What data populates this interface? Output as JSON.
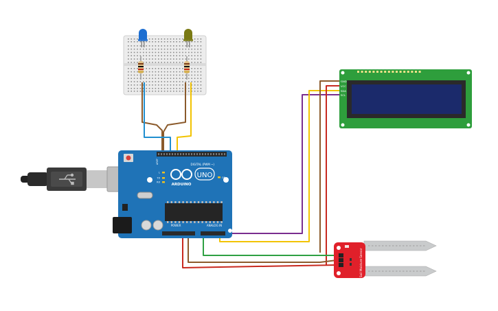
{
  "arduino": {
    "brand": "ARDUINO",
    "model": "UNO",
    "digital_label": "DIGITAL (PWM ~)",
    "power_label": "POWER",
    "analog_label": "ANALOG IN",
    "aref": "AREF",
    "tx": "TX",
    "rx": "RX",
    "led_l": "L",
    "on": "ON",
    "board_color": "#1f73b7"
  },
  "lcd": {
    "pins": [
      "GND",
      "VCC",
      "SDA",
      "SCL"
    ],
    "board_color": "#2e9e3c",
    "screen_color": "#1b2a6b"
  },
  "sensor": {
    "label": "Soil Moisture Sensor",
    "board_color": "#e0202a",
    "probe_color": "#c9cbcc"
  },
  "leds": [
    {
      "color": "#1e6fd1"
    },
    {
      "color": "#7a7a14"
    }
  ],
  "wire_colors": {
    "blue": "#1f8ecf",
    "brown": "#8b5a2b",
    "yellow": "#f2c300",
    "purple": "#7a2d8f",
    "green": "#2ea043",
    "red": "#c8281e"
  }
}
